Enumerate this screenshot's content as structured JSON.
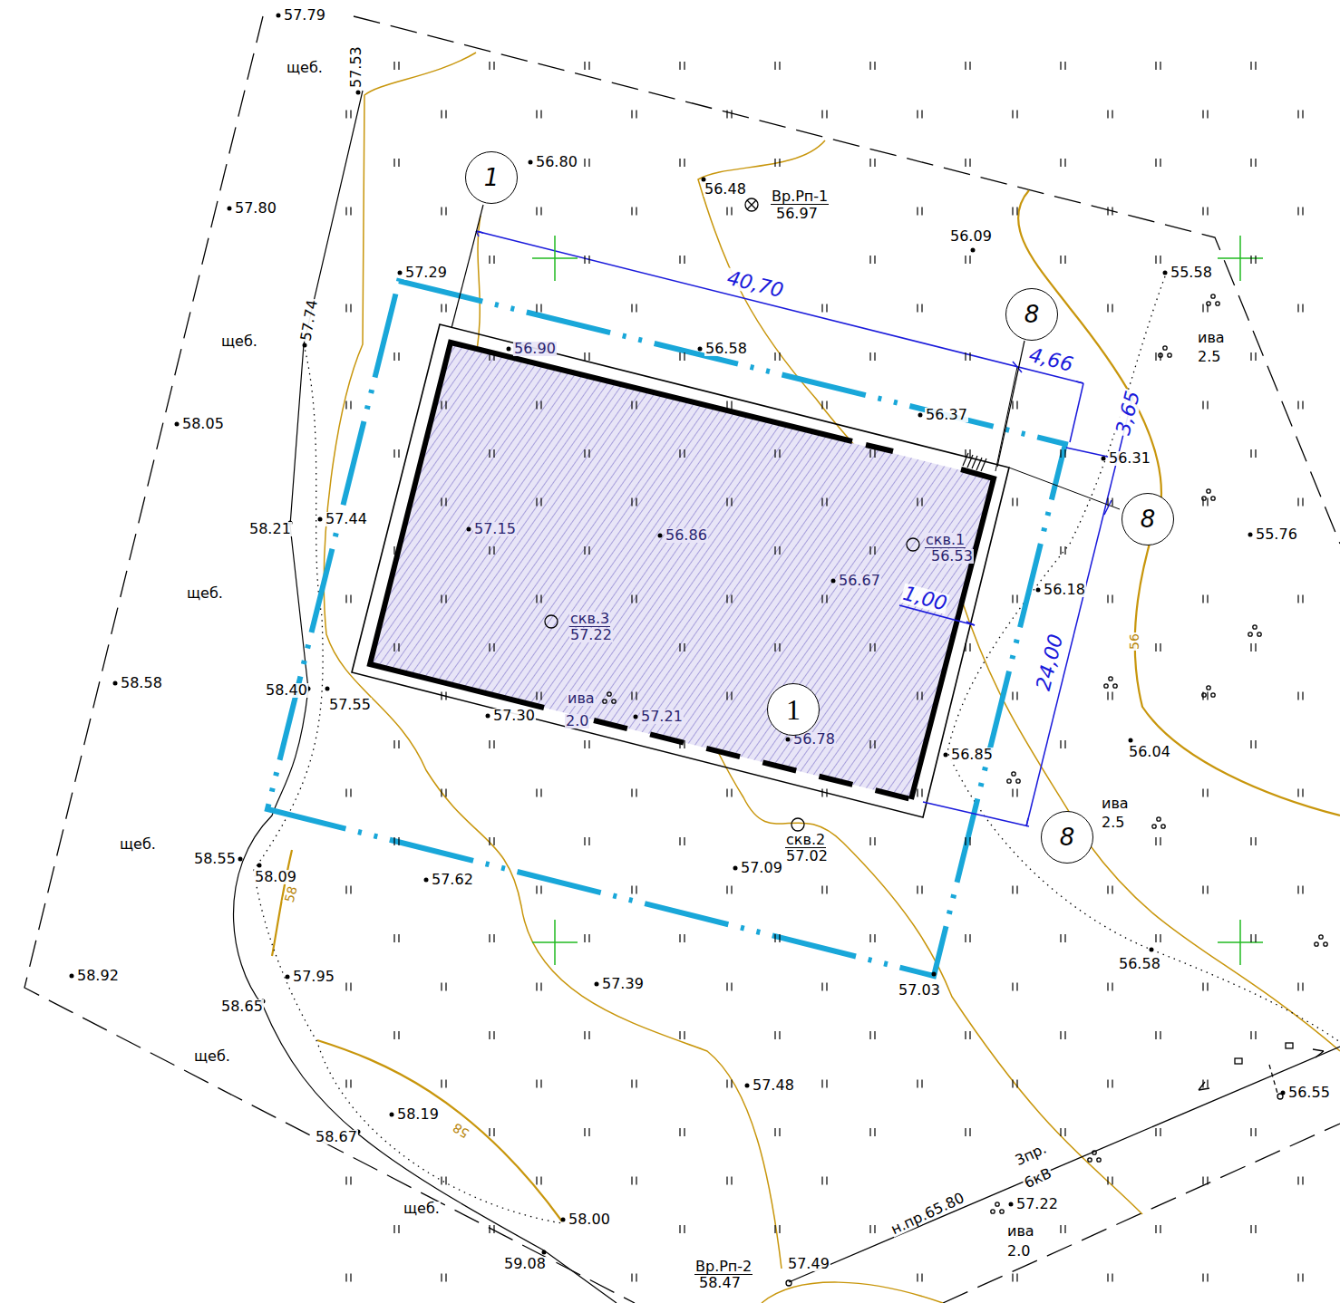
{
  "diagram": {
    "nodes": [
      {
        "text": [
          "1"
        ]
      },
      {
        "text": [
          "8"
        ]
      },
      {
        "text": [
          "8"
        ]
      },
      {
        "text": [
          "8"
        ]
      },
      {
        "text": [
          "1"
        ]
      }
    ],
    "labels": [
      "57.79",
      "щеб.",
      "57.53",
      "56.80",
      "56.48",
      "Вр.Рп-1",
      "56.97",
      "57.80",
      "56.09",
      "55.58",
      "ива",
      "2.5",
      "57.29",
      "40,70",
      "57.74",
      "щеб.",
      "56.90",
      "56.58",
      "4,66",
      "3,65",
      "56.37",
      "58.05",
      "56.31",
      "57.15",
      "56.86",
      "58.21",
      "57.44",
      "скв.1",
      "56.53",
      "55.76",
      "56.67",
      "56.18",
      "щеб.",
      "1,00",
      "скв.3",
      "57.22",
      "24,00",
      "56",
      "58.58",
      "58.40",
      "57.55",
      "ива",
      "2.0",
      "57.21",
      "57.30",
      "56.78",
      "56.04",
      "56.85",
      "ива",
      "2.5",
      "щеб.",
      "скв.2",
      "57.02",
      "58.55",
      "58.09",
      "57.62",
      "57.09",
      "58",
      "56.58",
      "57.95",
      "58.92",
      "58.65",
      "57.39",
      "57.03",
      "щеб.",
      "57.48",
      "56.55",
      "58.19",
      "58",
      "58.67",
      "3пр.",
      "6кВ",
      "н.пр.65.80",
      "57.22",
      "ива",
      "2.0",
      "щеб.",
      "58.00",
      "59.08",
      "57.49",
      "Вр.Рп-2",
      "58.47"
    ]
  }
}
